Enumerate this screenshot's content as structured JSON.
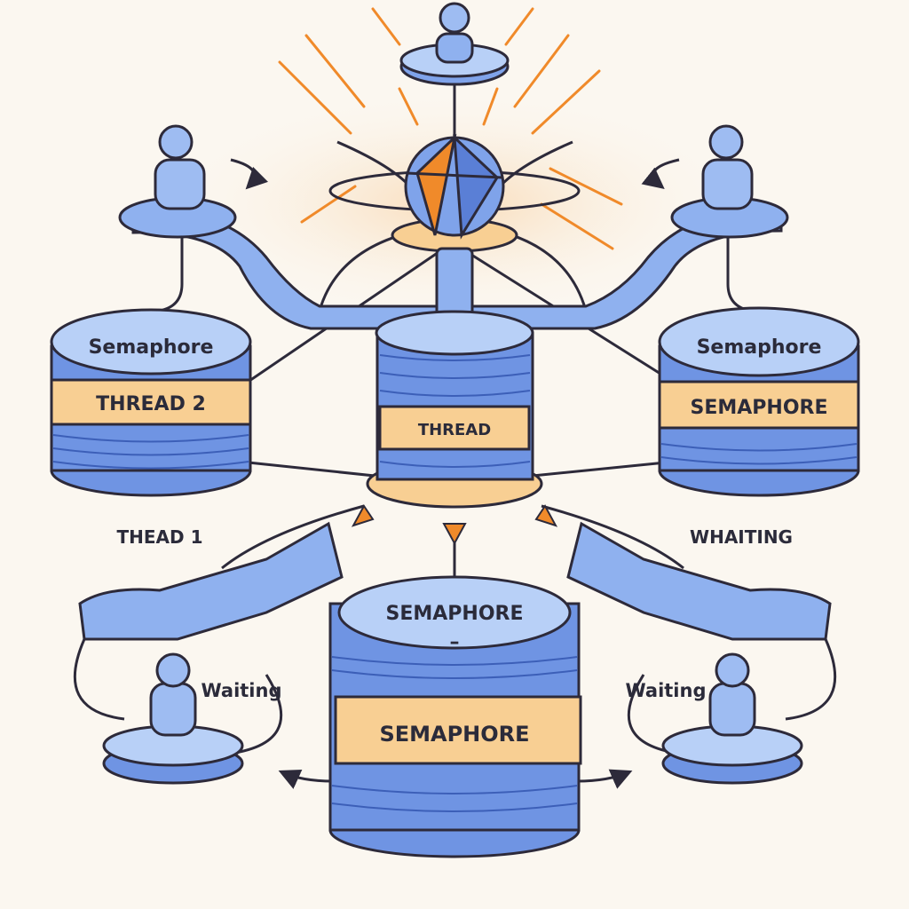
{
  "palette": {
    "stack": "#7fa3ea",
    "stack_dark": "#5a7fd6",
    "stack_top": "#b8d0f7",
    "band": "#f8cf93",
    "accent": "#f08a2a",
    "outline": "#2d2a3a",
    "bg": "#fbf7f0"
  },
  "labels": {
    "top_left_stack_title": "Semaphore",
    "top_left_stack_band": "THREAD  2",
    "center_stack_band": "THREAD",
    "top_right_stack_title": "Semaphore",
    "top_right_stack_band": "SEMAPHORE",
    "bottom_stack_title": "SEMAPHORE",
    "bottom_stack_dash": "–",
    "bottom_stack_band": "SEMAPHORE",
    "left_caption": "THEAD 1",
    "right_caption": "WHAITING",
    "left_waiting": "Waiting",
    "right_waiting": "Waiting"
  }
}
